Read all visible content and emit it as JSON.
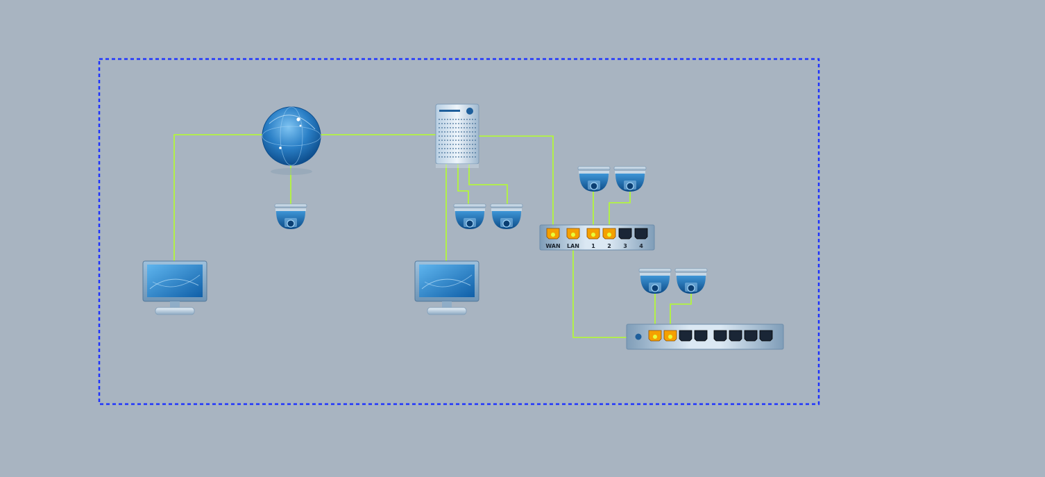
{
  "colors": {
    "background": "#a8b4c1",
    "boundary": "#1e33ff",
    "link": "#b4ff2a",
    "active_port": "#f5a000",
    "idle_port": "#1a2636",
    "device_blue": "#2a7fc6"
  },
  "router": {
    "port_labels": [
      "WAN",
      "LAN",
      "1",
      "2",
      "3",
      "4"
    ]
  },
  "switch": {
    "port_count": 8,
    "active_ports": 2
  },
  "devices": [
    {
      "id": "globe",
      "icon": "internet-globe-icon"
    },
    {
      "id": "server",
      "icon": "server-icon"
    },
    {
      "id": "monitor-1",
      "icon": "monitor-icon"
    },
    {
      "id": "monitor-2",
      "icon": "monitor-icon"
    },
    {
      "id": "camera-1",
      "icon": "dome-camera-icon"
    },
    {
      "id": "camera-2",
      "icon": "dome-camera-icon"
    },
    {
      "id": "camera-3",
      "icon": "dome-camera-icon"
    },
    {
      "id": "camera-4",
      "icon": "dome-camera-icon"
    },
    {
      "id": "camera-5",
      "icon": "dome-camera-icon"
    },
    {
      "id": "camera-6",
      "icon": "dome-camera-icon"
    },
    {
      "id": "camera-7",
      "icon": "dome-camera-icon"
    },
    {
      "id": "router",
      "icon": "router-icon"
    },
    {
      "id": "switch",
      "icon": "network-switch-icon"
    }
  ]
}
